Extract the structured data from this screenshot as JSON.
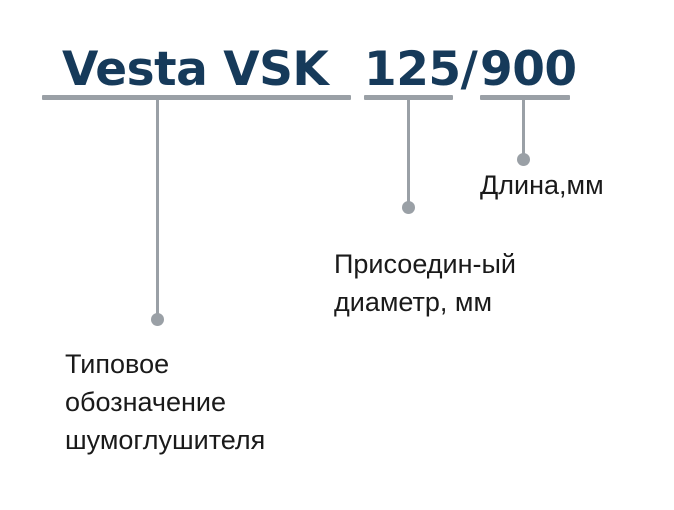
{
  "codes": {
    "model": "Vesta VSK",
    "diameter": "125",
    "separator": "/",
    "length": "900"
  },
  "labels": {
    "length": "Длина,мм",
    "diameter": [
      "Присоедин-ый",
      "диаметр, мм"
    ],
    "type": [
      "Типовое",
      "обозначение",
      "шумоглушителя"
    ]
  },
  "colors": {
    "code_text": "#163a5a",
    "connector": "#9aa0a6",
    "label_text": "#1a1a1a"
  }
}
